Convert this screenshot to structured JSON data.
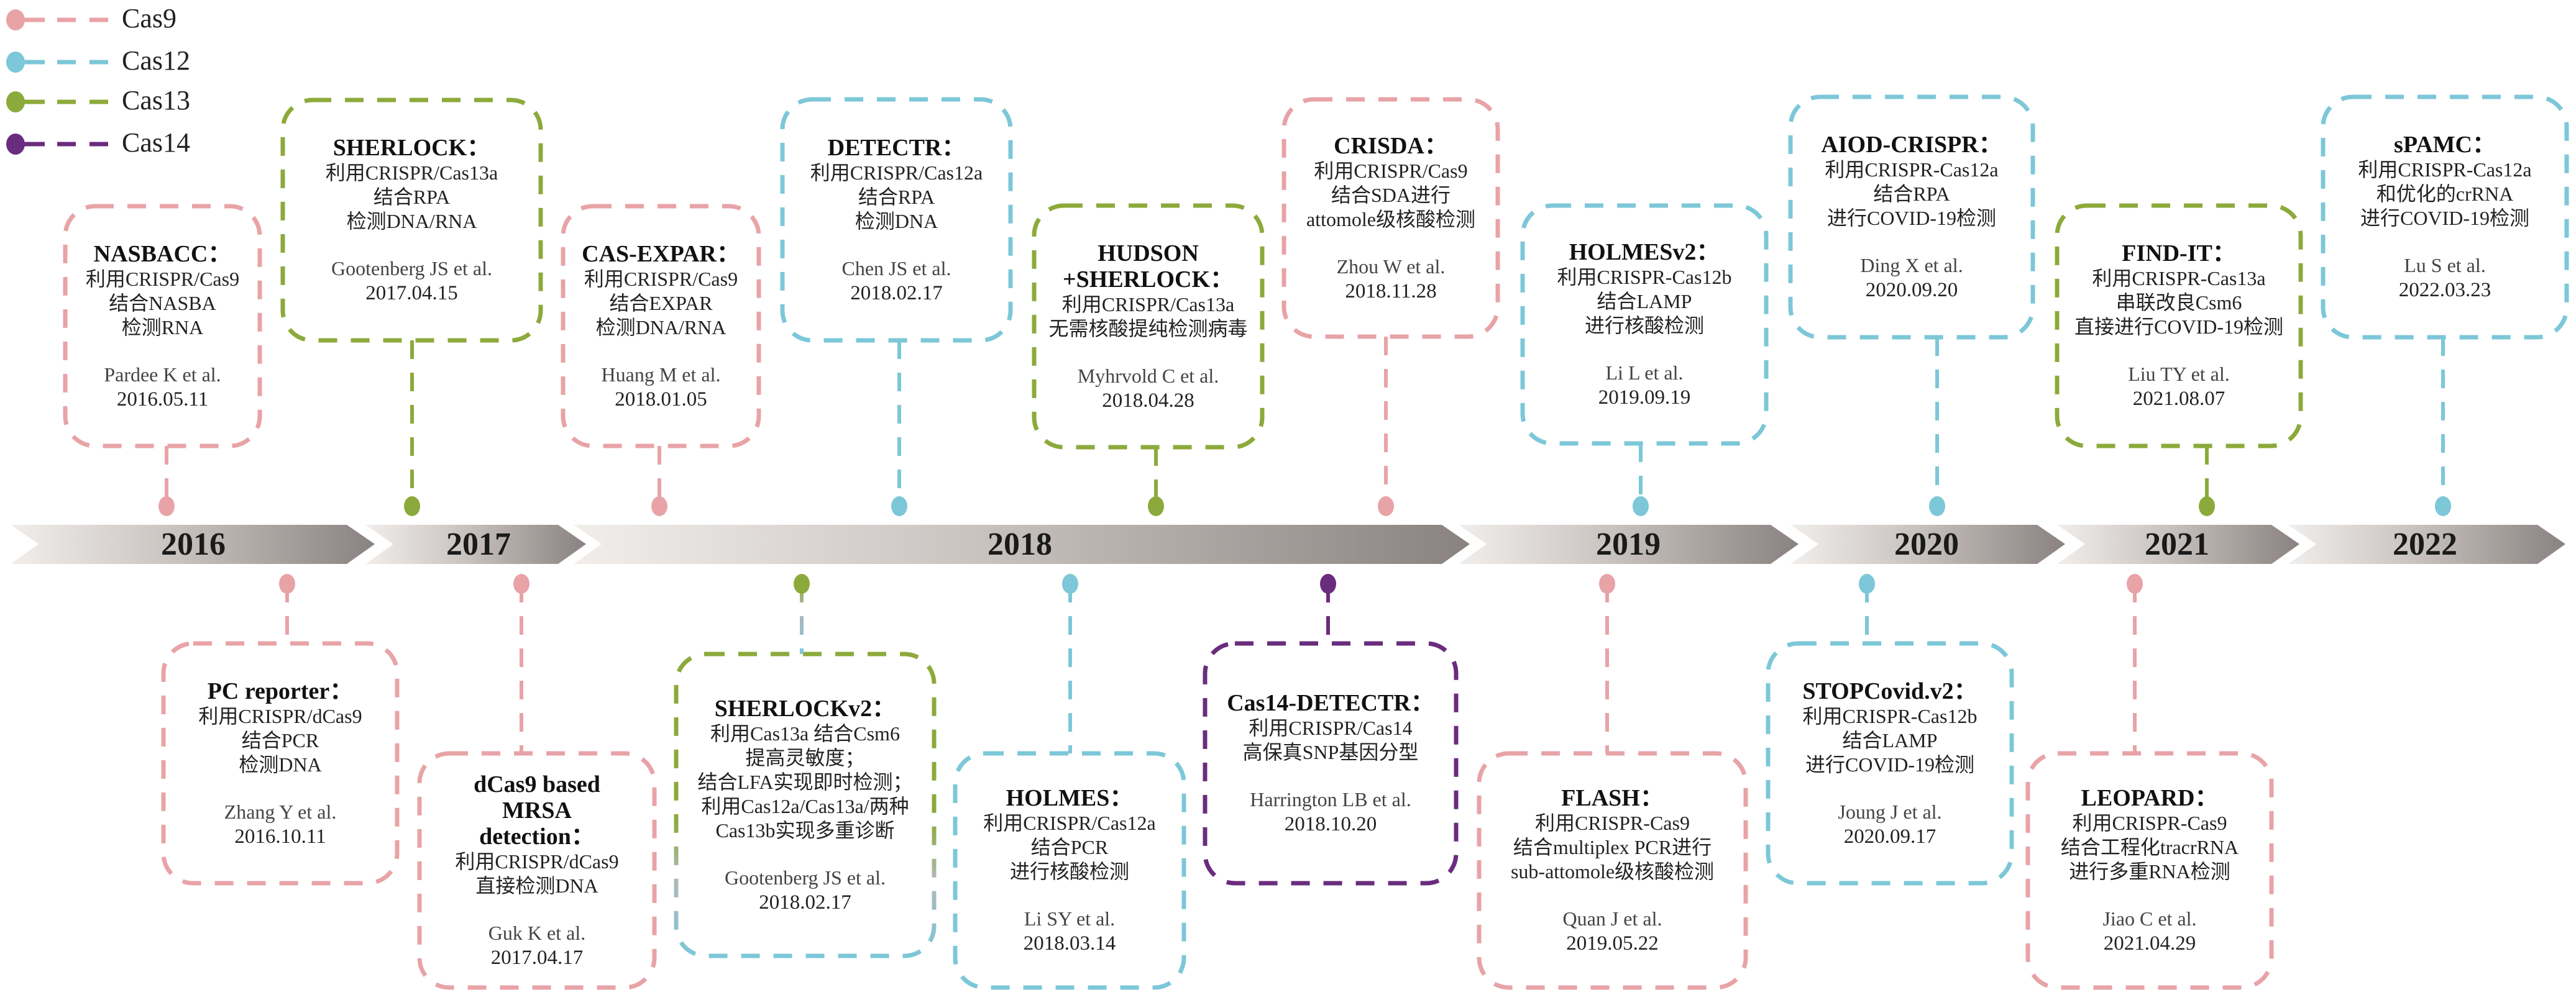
{
  "colors": {
    "cas9": "#e8a3a7",
    "cas12": "#7cc7d8",
    "cas13": "#8caa3b",
    "cas14": "#6a2c7e"
  },
  "legend": [
    {
      "key": "cas9",
      "label": "Cas9"
    },
    {
      "key": "cas12",
      "label": "Cas12"
    },
    {
      "key": "cas13",
      "label": "Cas13"
    },
    {
      "key": "cas14",
      "label": "Cas14"
    }
  ],
  "years": [
    "2016",
    "2017",
    "2018",
    "2019",
    "2020",
    "2021",
    "2022"
  ],
  "top_events": [
    {
      "type": "cas9",
      "title": [
        "NASBACC："
      ],
      "desc": [
        "利用CRISPR/Cas9",
        "结合NASBA",
        "检测RNA"
      ],
      "author": "Pardee K et al.",
      "date": "2016.05.11"
    },
    {
      "type": "cas13",
      "title": [
        "SHERLOCK："
      ],
      "desc": [
        "利用CRISPR/Cas13a",
        "结合RPA",
        "检测DNA/RNA"
      ],
      "author": "Gootenberg JS et al.",
      "date": "2017.04.15"
    },
    {
      "type": "cas9",
      "title": [
        "CAS-EXPAR："
      ],
      "desc": [
        "利用CRISPR/Cas9",
        "结合EXPAR",
        "检测DNA/RNA"
      ],
      "author": "Huang M et al.",
      "date": "2018.01.05"
    },
    {
      "type": "cas12",
      "title": [
        "DETECTR："
      ],
      "desc": [
        "利用CRISPR/Cas12a",
        "结合RPA",
        "检测DNA"
      ],
      "author": "Chen JS et al.",
      "date": "2018.02.17"
    },
    {
      "type": "cas13",
      "title": [
        "HUDSON",
        "+SHERLOCK："
      ],
      "desc": [
        "利用CRISPR/Cas13a",
        "无需核酸提纯检测病毒"
      ],
      "author": "Myhrvold C et al.",
      "date": "2018.04.28"
    },
    {
      "type": "cas9",
      "title": [
        "CRISDA："
      ],
      "desc": [
        "利用CRISPR/Cas9",
        "结合SDA进行",
        "attomole级核酸检测"
      ],
      "author": "Zhou W et al.",
      "date": "2018.11.28"
    },
    {
      "type": "cas12",
      "title": [
        "HOLMESv2："
      ],
      "desc": [
        "利用CRISPR-Cas12b",
        "结合LAMP",
        "进行核酸检测"
      ],
      "author": "Li L et al.",
      "date": "2019.09.19"
    },
    {
      "type": "cas12",
      "title": [
        "AIOD-CRISPR："
      ],
      "desc": [
        "利用CRISPR-Cas12a",
        "结合RPA",
        "进行COVID-19检测"
      ],
      "author": "Ding X et al.",
      "date": "2020.09.20"
    },
    {
      "type": "cas13",
      "title": [
        "FIND-IT："
      ],
      "desc": [
        "利用CRISPR-Cas13a",
        "串联改良Csm6",
        "直接进行COVID-19检测"
      ],
      "author": "Liu TY et al.",
      "date": "2021.08.07"
    },
    {
      "type": "cas12",
      "title": [
        "sPAMC："
      ],
      "desc": [
        "利用CRISPR-Cas12a",
        "和优化的crRNA",
        "进行COVID-19检测"
      ],
      "author": "Lu S et al.",
      "date": "2022.03.23"
    }
  ],
  "bottom_events": [
    {
      "type": "cas9",
      "title": [
        "PC reporter："
      ],
      "desc": [
        "利用CRISPR/dCas9",
        "结合PCR",
        "检测DNA"
      ],
      "author": "Zhang Y et al.",
      "date": "2016.10.11"
    },
    {
      "type": "cas9",
      "title": [
        "dCas9 based",
        "MRSA",
        "detection："
      ],
      "desc": [
        "利用CRISPR/dCas9",
        "直接检测DNA"
      ],
      "author": "Guk K et al.",
      "date": "2017.04.17"
    },
    {
      "type": "cas13",
      "title": [
        "SHERLOCKv2："
      ],
      "desc": [
        "利用Cas13a 结合Csm6",
        "提高灵敏度；",
        "结合LFA实现即时检测；",
        "利用Cas12a/Cas13a/两种",
        "Cas13b实现多重诊断"
      ],
      "author": "Gootenberg JS et al.",
      "date": "2018.02.17"
    },
    {
      "type": "cas12",
      "title": [
        "HOLMES："
      ],
      "desc": [
        "利用CRISPR/Cas12a",
        "结合PCR",
        "进行核酸检测"
      ],
      "author": "Li SY et al.",
      "date": "2018.03.14"
    },
    {
      "type": "cas14",
      "title": [
        "Cas14-DETECTR："
      ],
      "desc": [
        "利用CRISPR/Cas14",
        "高保真SNP基因分型"
      ],
      "author": "Harrington LB et al.",
      "date": "2018.10.20"
    },
    {
      "type": "cas9",
      "title": [
        "FLASH："
      ],
      "desc": [
        "利用CRISPR-Cas9",
        "结合multiplex PCR进行",
        "sub-attomole级核酸检测"
      ],
      "author": "Quan J et al.",
      "date": "2019.05.22"
    },
    {
      "type": "cas12",
      "title": [
        "STOPCovid.v2："
      ],
      "desc": [
        "利用CRISPR-Cas12b",
        "结合LAMP",
        "进行COVID-19检测"
      ],
      "author": "Joung J et al.",
      "date": "2020.09.17"
    },
    {
      "type": "cas9",
      "title": [
        "LEOPARD："
      ],
      "desc": [
        "利用CRISPR-Cas9",
        "结合工程化tracrRNA",
        "进行多重RNA检测"
      ],
      "author": "Jiao C et al.",
      "date": "2021.04.29"
    }
  ]
}
